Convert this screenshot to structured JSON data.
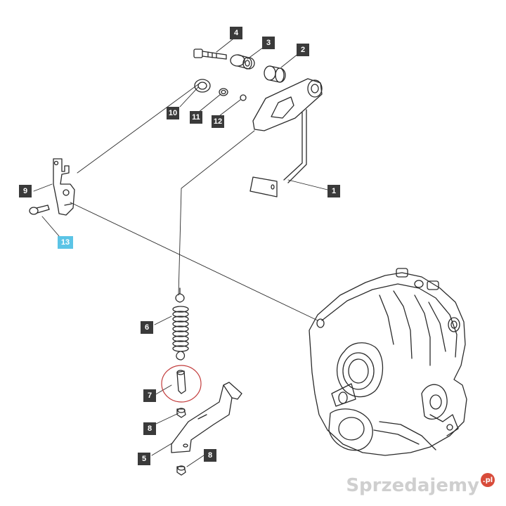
{
  "callouts": [
    {
      "id": "c1",
      "text": "1"
    },
    {
      "id": "c2",
      "text": "2"
    },
    {
      "id": "c3",
      "text": "3"
    },
    {
      "id": "c4",
      "text": "4"
    },
    {
      "id": "c5",
      "text": "5"
    },
    {
      "id": "c6",
      "text": "6"
    },
    {
      "id": "c7",
      "text": "7"
    },
    {
      "id": "c8a",
      "text": "8"
    },
    {
      "id": "c8b",
      "text": "8"
    },
    {
      "id": "c9",
      "text": "9"
    },
    {
      "id": "c10",
      "text": "10"
    },
    {
      "id": "c11",
      "text": "11"
    },
    {
      "id": "c12",
      "text": "12"
    },
    {
      "id": "c13",
      "text": "13"
    }
  ],
  "watermark": {
    "brand": "Sprzedajemy",
    "suffix": ".pl"
  },
  "colors": {
    "line": "#2a2a2a",
    "callout_bg": "#3a3a3a",
    "highlight": "#5bc4e6",
    "circle": "#c23b3b"
  }
}
